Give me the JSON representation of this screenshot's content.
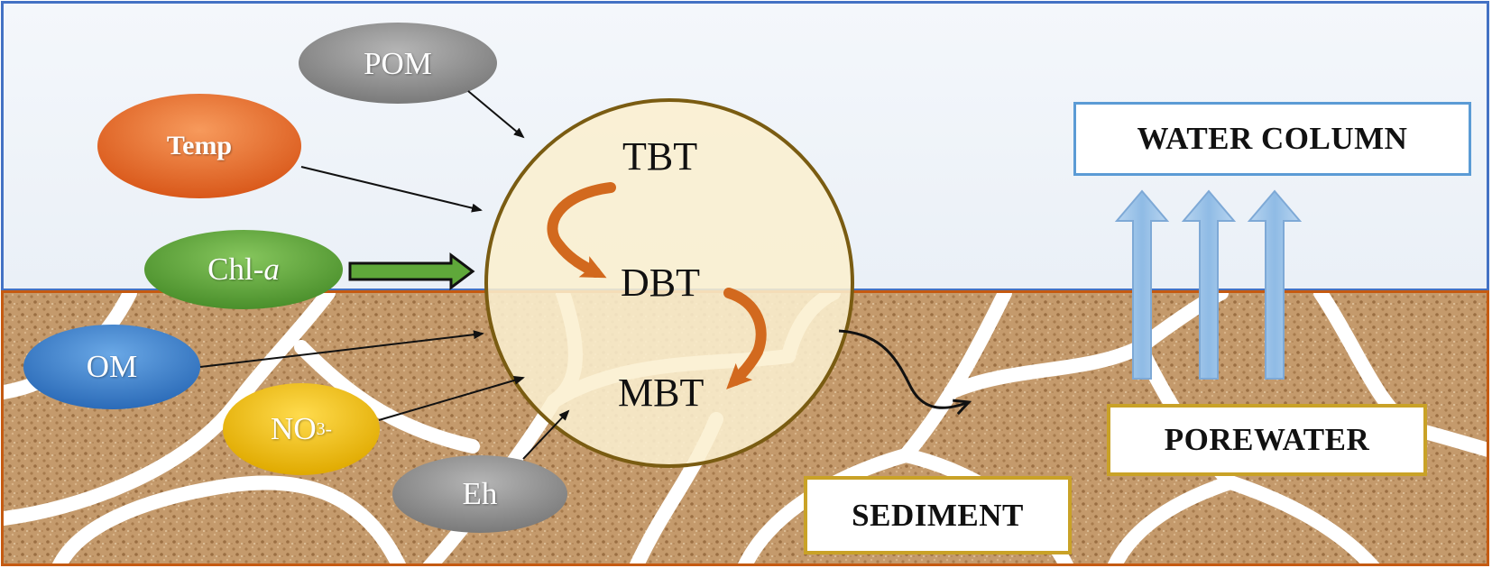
{
  "regions": {
    "water_column": "WATER COLUMN",
    "porewater": "POREWATER",
    "sediment": "SEDIMENT"
  },
  "factors": {
    "pom": "POM",
    "temp": "Temp",
    "chl_prefix": "Chl-",
    "chl_suffix": "a",
    "om": "OM",
    "no3_base": "NO",
    "no3_sub": "3",
    "no3_sup": "-",
    "eh": "Eh"
  },
  "compounds": {
    "tbt": "TBT",
    "dbt": "DBT",
    "mbt": "MBT"
  },
  "colors": {
    "water_border": "#4472c4",
    "sediment_border": "#c55a11",
    "pom": "#8c8c8c",
    "temp": "#e86f26",
    "chl": "#5fa83a",
    "om": "#3a7fcf",
    "no3": "#f2c200",
    "eh": "#8c8c8c",
    "degradation_arrow": "#d2691e",
    "flux_arrow": "#9dc3e6"
  }
}
